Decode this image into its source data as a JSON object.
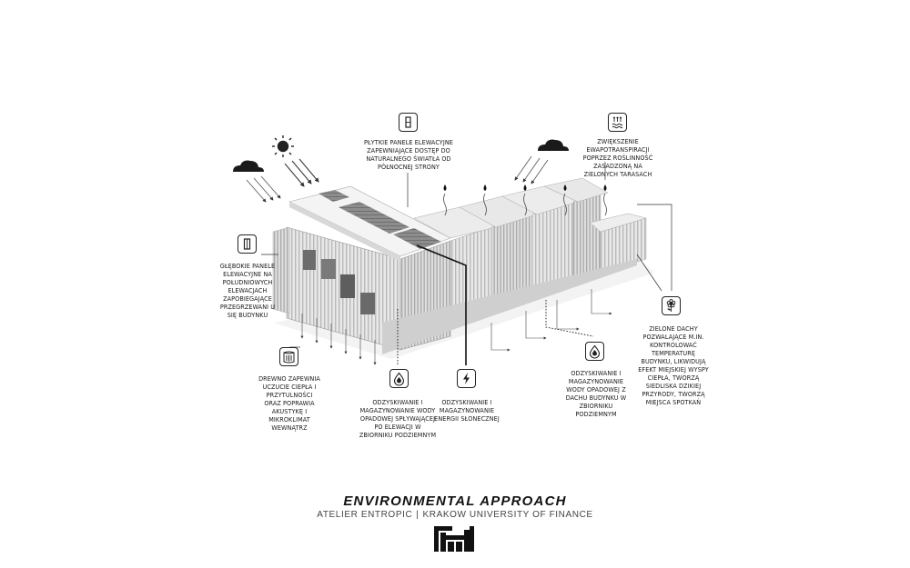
{
  "title": "ENVIRONMENTAL APPROACH",
  "subtitle": {
    "atelier": "ATELIER ENTROPIC",
    "separator": "|",
    "university": "KRAKOW UNIVERSITY OF FINANCE"
  },
  "annotations": {
    "north_panels": "PŁYTKIE PANELE ELEWACYJNE ZAPEWNIAJĄCE DOSTĘP DO NATURALNEGO ŚWIATŁA OD PÓŁNOCNEJ STRONY",
    "evapotranspiration": "ZWIĘKSZENIE EWAPOTRANSPIRACJI POPRZEZ ROŚLINNOŚĆ ZASADZONĄ NA ZIELONYCH TARASACH",
    "south_panels": "GŁĘBOKIE PANELE ELEWACYJNE NA POŁUDNIOWYCH ELEWACJACH ZAPOBIEGAJĄCE PRZEGRZEWANI U SIĘ BUDYNKU",
    "wood": "DREWNO ZAPEWNIA UCZUCIE CIEPŁA I PRZYTULNOŚCI ORAZ POPRAWIA AKUSTYKĘ I MIKROKLIMAT WEWNĄTRZ",
    "facade_water": "ODZYSKIWANIE I MAGAZYNOWANIE WODY OPADOWEJ SPŁYWAJĄCEJ PO ELEWACJI W ZBIORNIKU PODZIEMNYM",
    "solar": "ODZYSKIWANIE I MAGAZYNOWANIE ENERGII SŁONECZNEJ",
    "roof_water": "ODZYSKIWANIE I MAGAZYNOWANIE WODY OPADOWEJ Z DACHU BUDYNKU W ZBIORNIKU PODZIEMNYM",
    "green_roofs": "ZIELONE DACHY POZWALAJĄCE M.IN. KONTROLOWAĆ TEMPERATURĘ BUDYNKU, LIKWIDUJĄ EFEKT MIEJSKIEJ WYSPY CIEPŁA, TWORZĄ SIEDLISKA DZIKIEJ PRZYRODY, TWORZĄ MIEJSCA SPOTKAŃ"
  },
  "icons": {
    "north_panels": "panel-icon",
    "evapotranspiration": "evaporation-icon",
    "south_panels": "panel-icon",
    "wood": "wood-icon",
    "facade_water": "water-drop-icon",
    "solar": "lightning-icon",
    "roof_water": "water-drop-icon",
    "green_roofs": "flower-icon"
  }
}
